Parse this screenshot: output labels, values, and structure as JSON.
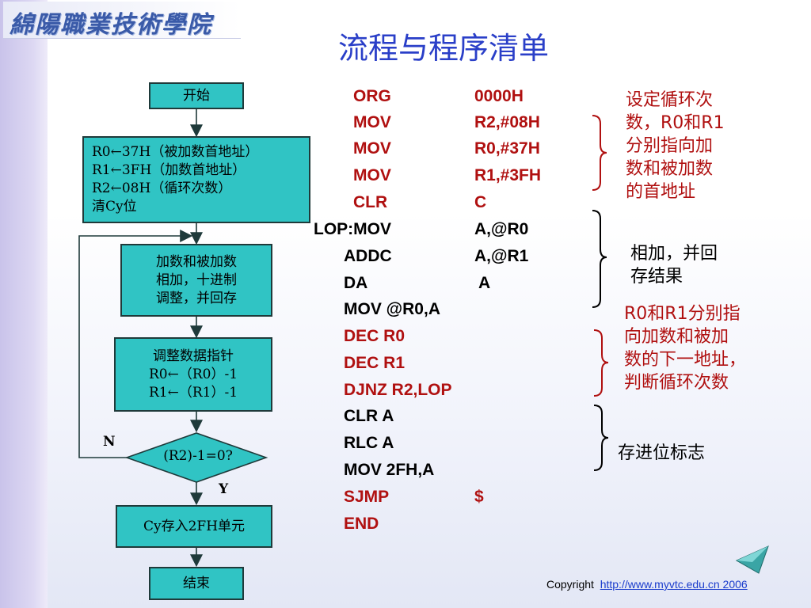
{
  "header": {
    "logo_text": "綿陽職業技術學院",
    "title": "流程与程序清单"
  },
  "flowchart": {
    "start": "开始",
    "init": [
      "R0←37H（被加数首地址）",
      "R1←3FH（加数首地址）",
      "R2←08H（循环次数）",
      "清Cy位"
    ],
    "add": [
      "加数和被加数",
      "相加，十进制",
      "调整，并回存"
    ],
    "adjust": [
      "调整数据指针",
      "R0←（R0）-1",
      "R1←（R1）-1"
    ],
    "decision": "(R2)-1=0?",
    "label_no": "N",
    "label_yes": "Y",
    "store": "Cy存入2FH单元",
    "end": "结束"
  },
  "code": [
    {
      "label": "",
      "op": "ORG",
      "arg": "0000H",
      "color": "#b01010"
    },
    {
      "label": "",
      "op": "MOV",
      "arg": "R2,#08H",
      "color": "#b01010"
    },
    {
      "label": "",
      "op": "MOV",
      "arg": "R0,#37H",
      "color": "#b01010"
    },
    {
      "label": "",
      "op": "MOV",
      "arg": "R1,#3FH",
      "color": "#b01010"
    },
    {
      "label": "",
      "op": "CLR",
      "arg": "C",
      "color": "#b01010"
    },
    {
      "label": "LOP:",
      "op": "MOV",
      "arg": "A,@R0",
      "color": "#000000"
    },
    {
      "label": "",
      "op": "ADDC",
      "arg": "A,@R1",
      "color": "#000000"
    },
    {
      "label": "",
      "op": "DA",
      "arg": "A",
      "color": "#000000"
    },
    {
      "label": "",
      "op": "MOV @R0,A",
      "arg": "",
      "color": "#000000"
    },
    {
      "label": "",
      "op": "DEC  R0",
      "arg": "",
      "color": "#b01010"
    },
    {
      "label": "",
      "op": "DEC  R1",
      "arg": "",
      "color": "#b01010"
    },
    {
      "label": "",
      "op": "DJNZ R2,LOP",
      "arg": "",
      "color": "#b01010"
    },
    {
      "label": "",
      "op": "CLR  A",
      "arg": "",
      "color": "#000000"
    },
    {
      "label": "",
      "op": "RLC  A",
      "arg": "",
      "color": "#000000"
    },
    {
      "label": "",
      "op": "MOV 2FH,A",
      "arg": "",
      "color": "#000000"
    },
    {
      "label": "",
      "op": "SJMP",
      "arg": "$",
      "color": "#b01010"
    },
    {
      "label": "",
      "op": "END",
      "arg": "",
      "color": "#b01010"
    }
  ],
  "notes": {
    "n1": "设定循环次\n数，R0和R1\n分别指向加\n数和被加数\n的首地址",
    "n2": "相加，并回\n存结果",
    "n3": "R0和R1分别指\n向加数和被加\n数的下一地址，\n判断循环次数",
    "n4": "存进位标志"
  },
  "footer": {
    "copyright": "Copyright",
    "link": "http://www.myvtc.edu.cn 2006"
  },
  "colors": {
    "box_fill": "#30c4c4",
    "code_red": "#b01010",
    "title_blue": "#2a3fc8"
  },
  "icons": [
    "nav-arrow-icon"
  ]
}
